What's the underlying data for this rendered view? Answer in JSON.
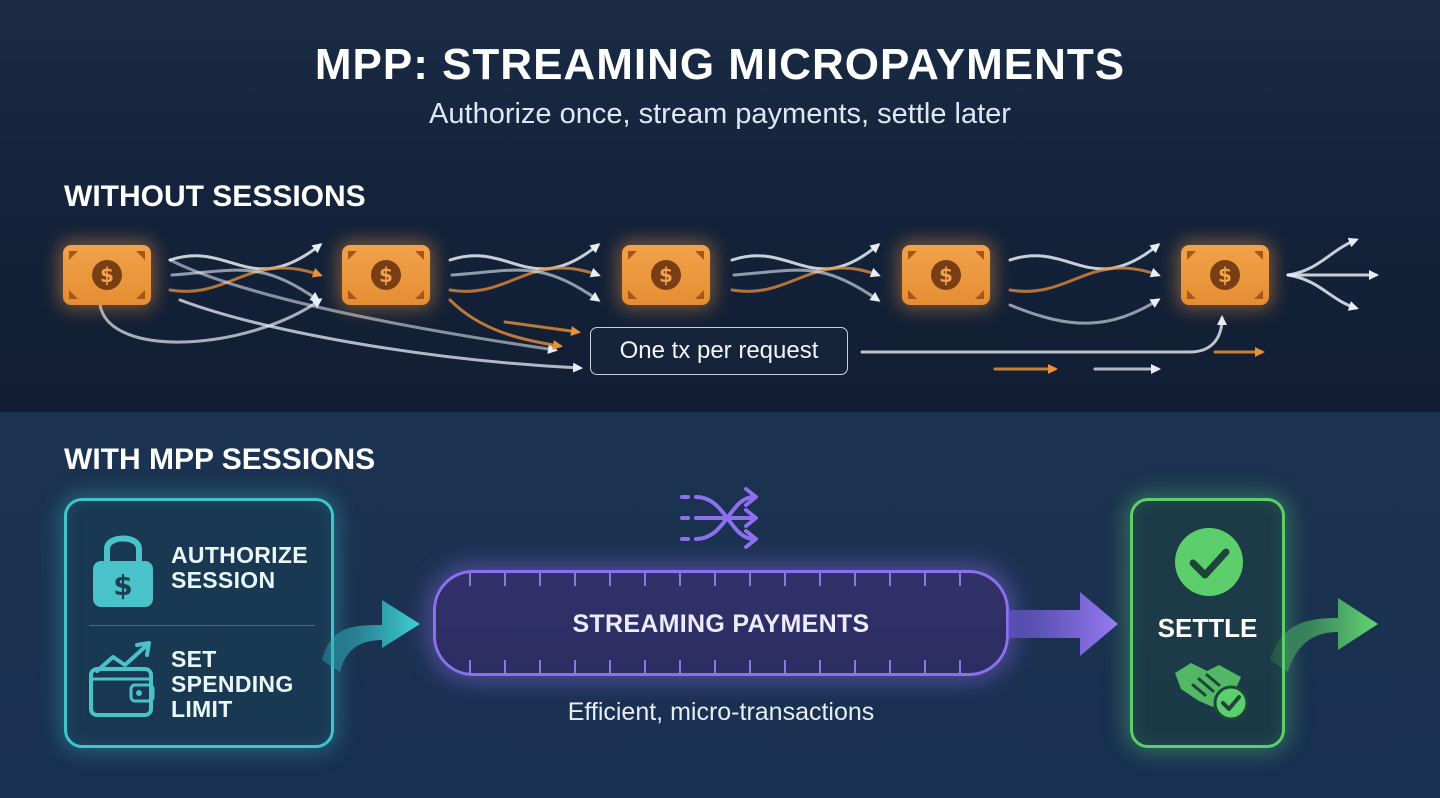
{
  "header": {
    "title": "MPP: STREAMING MICROPAYMENTS",
    "subtitle": "Authorize once, stream payments, settle later"
  },
  "without_sessions": {
    "label": "WITHOUT SESSIONS",
    "bill_symbol": "$",
    "bill_count": 5,
    "badge": "One tx per request",
    "colors": {
      "bill": "#F2A24A",
      "arrow": "#E8EEF5",
      "arrow_orange": "#E8903A"
    }
  },
  "with_sessions": {
    "label": "WITH MPP SESSIONS",
    "session_card": {
      "authorize": "AUTHORIZE SESSION",
      "spending": "SET SPENDING LIMIT",
      "icons": [
        "lock-dollar-icon",
        "wallet-growth-icon"
      ],
      "accent": "#3EC6CC"
    },
    "stream": {
      "label": "STREAMING PAYMENTS",
      "caption": "Efficient, micro-transactions",
      "icon": "shuffle-icon",
      "accent": "#8D6FF0"
    },
    "settle": {
      "label": "SETTLE",
      "icons": [
        "check-circle-icon",
        "handshake-icon"
      ],
      "accent": "#5CCF6C"
    }
  }
}
